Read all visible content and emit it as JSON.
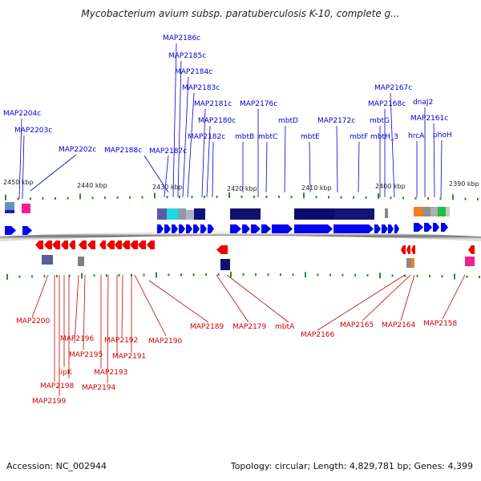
{
  "title": "Mycobacterium avium subsp. paratuberculosis K-10, complete g...",
  "footer": {
    "accession": "Accession: NC_002944",
    "summary": "Topology: circular; Length: 4,829,781 bp; Genes: 4,399"
  },
  "colors": {
    "forward_gene": "#0000ee",
    "reverse_gene": "#ee0000",
    "forward_label": "#0000cc",
    "reverse_label": "#cc0000",
    "tick": "#2e8b2e",
    "backbone": "#888888"
  },
  "scale_labels": [
    "2450 kbp",
    "2440 kbp",
    "2430 kbp",
    "2420 kbp",
    "2410 kbp",
    "2400 kbp",
    "2390 kbp"
  ],
  "forward_labels": [
    "MAP2186c",
    "MAP2185c",
    "MAP2184c",
    "MAP2183c",
    "MAP2181c",
    "MAP2176c",
    "MAP2180c",
    "MAP2182c",
    "MAP2187c",
    "MAP2188c",
    "MAP2202c",
    "MAP2204c",
    "MAP2203c",
    "mbtB",
    "mbtC",
    "mbtD",
    "mbtE",
    "MAP2172c",
    "mbtF",
    "mbtG",
    "mbtH_3",
    "MAP2167c",
    "MAP2168c",
    "dnaJ2",
    "MAP2161c",
    "hrcA",
    "phoH"
  ],
  "reverse_labels": [
    "MAP2200",
    "MAP2196",
    "MAP2195",
    "lipK",
    "MAP2198",
    "MAP2199",
    "MAP2192",
    "MAP2191",
    "MAP2193",
    "MAP2194",
    "MAP2190",
    "MAP2189",
    "MAP2179",
    "mbtA",
    "MAP2166",
    "MAP2165",
    "MAP2164",
    "MAP2158"
  ]
}
